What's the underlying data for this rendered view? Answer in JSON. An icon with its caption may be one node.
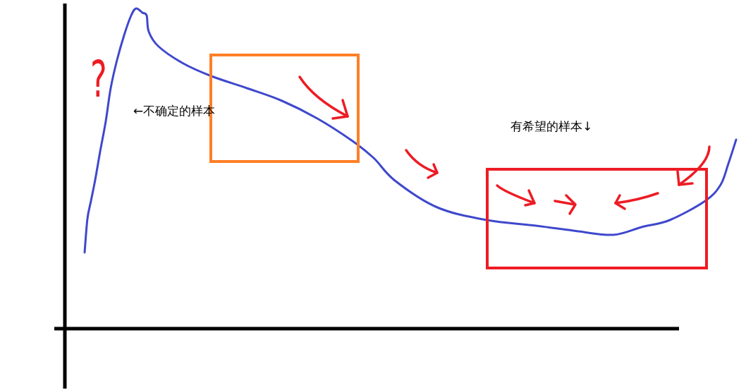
{
  "diagram": {
    "nodes": [
      {
        "text": [],
        "shape": "box"
      },
      {
        "text": [],
        "shape": "box"
      }
    ],
    "labels": [
      "?",
      "←不确定的样本",
      "有希望的样本↓"
    ]
  }
}
